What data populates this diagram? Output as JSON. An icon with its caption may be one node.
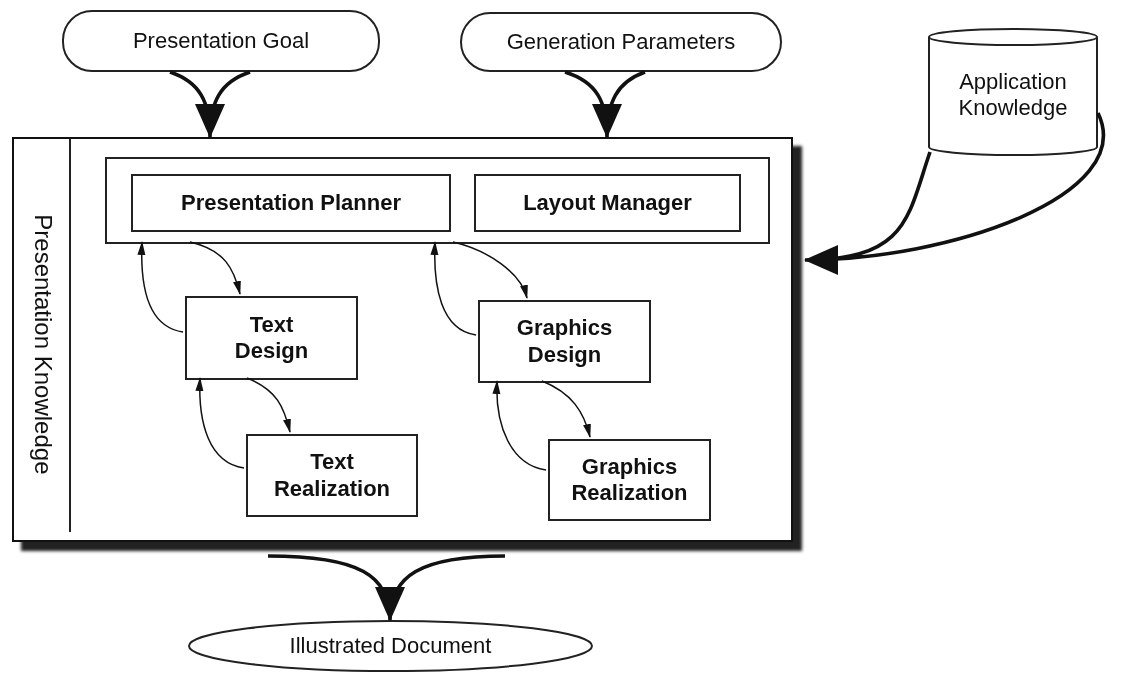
{
  "diagram": {
    "nodes": [
      {
        "text": [
          "Presentation Goal"
        ]
      },
      {
        "text": [
          "Generation Parameters"
        ]
      },
      {
        "text": [
          "Application Knowledge"
        ]
      },
      {
        "text": [
          "Presentation Knowledge"
        ]
      },
      {
        "text": [],
        "shape": "box",
        "in": 3
      },
      {
        "text": [
          "Presentation Planner"
        ],
        "in": 4
      },
      {
        "text": [
          "Layout Manager"
        ],
        "in": 4
      },
      {
        "text": [
          "Text Design"
        ],
        "in": 3
      },
      {
        "text": [
          "Text Realization"
        ],
        "in": 3
      },
      {
        "text": [
          "Graphics Design"
        ],
        "in": 3
      },
      {
        "text": [
          "Graphics Realization"
        ],
        "in": 3
      },
      {
        "text": [
          "Illustrated Document"
        ]
      }
    ],
    "edges": [
      {
        "from": 0,
        "to": 3,
        "arrow": "to",
        "style": "thick"
      },
      {
        "from": 1,
        "to": 3,
        "arrow": "to",
        "style": "thick"
      },
      {
        "from": 2,
        "to": 3,
        "arrow": "to",
        "style": "thick"
      },
      {
        "from": 3,
        "to": 11,
        "arrow": "to",
        "style": "thick"
      },
      {
        "from": 4,
        "to": 7,
        "arrow": "to"
      },
      {
        "from": 7,
        "to": 4,
        "arrow": "to"
      },
      {
        "from": 4,
        "to": 9,
        "arrow": "to"
      },
      {
        "from": 9,
        "to": 4,
        "arrow": "to"
      },
      {
        "from": 7,
        "to": 8,
        "arrow": "to"
      },
      {
        "from": 8,
        "to": 7,
        "arrow": "to"
      },
      {
        "from": 9,
        "to": 10,
        "arrow": "to"
      },
      {
        "from": 10,
        "to": 9,
        "arrow": "to"
      }
    ]
  }
}
